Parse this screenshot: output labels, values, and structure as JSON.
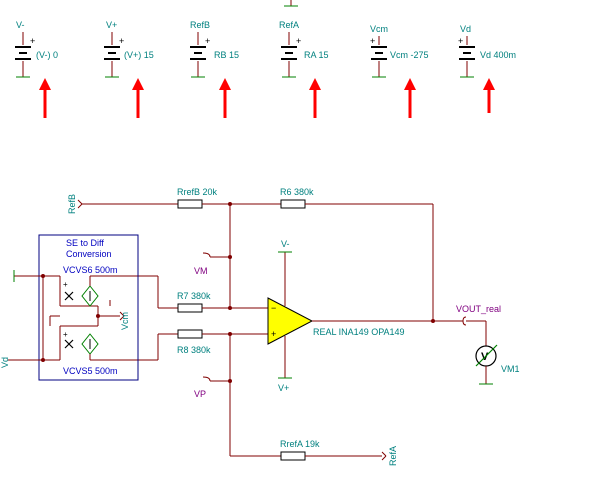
{
  "sources": [
    {
      "name": "V-",
      "value": "(V-) 0"
    },
    {
      "name": "V+",
      "value": "(V+) 15"
    },
    {
      "name": "RefB",
      "value": "RB 15"
    },
    {
      "name": "RefA",
      "value": "RA 15"
    },
    {
      "name": "Vcm",
      "value": "Vcm -275"
    },
    {
      "name": "Vd",
      "value": "Vd 400m"
    }
  ],
  "resistors": {
    "refb": "RrefB 20k",
    "r6": "R6 380k",
    "r7": "R7 380k",
    "r8": "R8 380k",
    "refa": "RrefA 19k"
  },
  "subcircuit": {
    "title_line1": "SE to Diff",
    "title_line2": "Conversion",
    "vcvs6": "VCVS6 500m",
    "vcvs5": "VCVS5 500m"
  },
  "nodes": {
    "refb_in": "RefB",
    "refa_out": "RefA",
    "vd_in": "Vd",
    "vcm": "Vcm",
    "vm": "VM",
    "vp": "VP",
    "vminus": "V-",
    "vplus": "V+",
    "vout": "VOUT_real"
  },
  "opamp": {
    "label": "REAL INA149 OPA149"
  },
  "meter": {
    "label": "VM1",
    "symbol": "V"
  },
  "colors": {
    "wire": "#800000",
    "label": "#00807f",
    "probe": "#800080",
    "arrow": "#ff0000",
    "opamp": "#ffff00",
    "box": "#000080"
  }
}
